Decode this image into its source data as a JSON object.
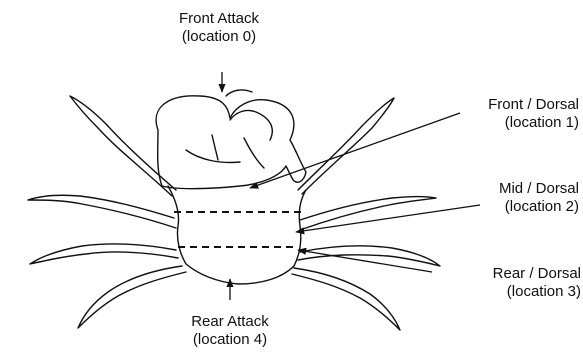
{
  "labels": {
    "front_attack": {
      "name": "Front Attack",
      "location": "(location 0)"
    },
    "front_dorsal": {
      "name": "Front / Dorsal",
      "location": "(location 1)"
    },
    "mid_dorsal": {
      "name": "Mid / Dorsal",
      "location": "(location 2)"
    },
    "rear_dorsal": {
      "name": "Rear / Dorsal",
      "location": "(location 3)"
    },
    "rear_attack": {
      "name": "Rear Attack",
      "location": "(location 4)"
    }
  },
  "colors": {
    "ink": "#111111",
    "background": "#ffffff"
  }
}
